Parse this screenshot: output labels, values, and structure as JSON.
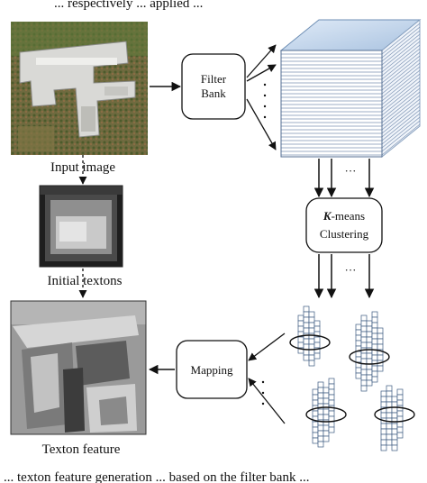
{
  "caption_top": "... respectively ... applied ...",
  "caption_bottom": "... texton feature generation ... based on the filter bank ...",
  "labels": {
    "input_image": "Input image",
    "initial_textons": "Initial textons",
    "texton_feature": "Texton feature",
    "filter_bank_line1": "Filter",
    "filter_bank_line2": "Bank",
    "kmeans_k": "K",
    "kmeans_rest": "-means",
    "clustering": "Clustering",
    "mapping": "Mapping",
    "ellipsis": "···"
  },
  "colors": {
    "line": "#111111",
    "box_fill": "#ffffff"
  }
}
